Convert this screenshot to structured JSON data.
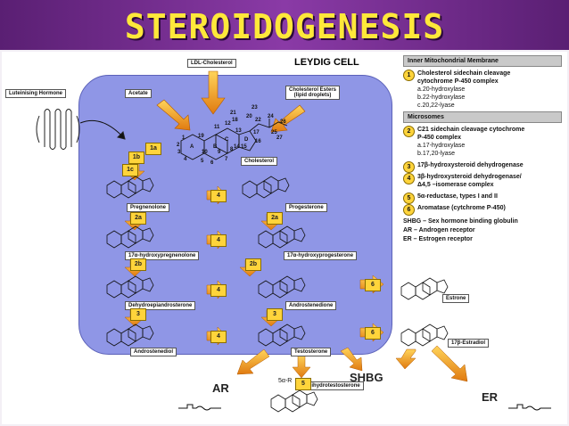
{
  "title": "STEROIDOGENESIS",
  "cell_title": "LEYDIG CELL",
  "inputs": {
    "ldl": "LDL-Cholesterol",
    "acetate": "Acetate",
    "lh": "Luteinising Hormone",
    "esters_line1": "Cholesterol Esters",
    "esters_line2": "(lipid droplets)"
  },
  "ring_labels": [
    "A",
    "B",
    "C",
    "D"
  ],
  "ring_numbers": [
    "1",
    "2",
    "3",
    "4",
    "5",
    "6",
    "7",
    "8",
    "9",
    "10",
    "11",
    "12",
    "13",
    "14",
    "15",
    "16",
    "17",
    "18",
    "19",
    "20",
    "21",
    "22",
    "23",
    "24",
    "25",
    "26",
    "27"
  ],
  "molecules": {
    "cholesterol": "Cholesterol",
    "pregnenolone": "Pregnenolone",
    "progesterone": "Progesterone",
    "oh_pregnenolone": "17α-hydroxypregnenolone",
    "oh_progesterone": "17α-hydroxyprogesterone",
    "dhea": "Dehydroepiandrosterone",
    "androstenedione": "Androstenedione",
    "androstenediol": "Androstenediol",
    "testosterone": "Testosterone",
    "estrone": "Estrone",
    "estradiol": "17β-Estradiol",
    "dht": "5α-Dihydrotestosterone"
  },
  "step_tags": {
    "s1a": "1a",
    "s1b": "1b",
    "s1c": "1c",
    "s2a_l": "2a",
    "s2a_r": "2a",
    "s2b_l": "2b",
    "s2b_r": "2b",
    "s3_l": "3",
    "s3_r": "3",
    "s4_1": "4",
    "s4_2": "4",
    "s4_3": "4",
    "s4_4": "4",
    "s5": "5",
    "s6_a": "6",
    "s6_b": "6"
  },
  "legend": {
    "header1": "Inner Mitochondrial Membrane",
    "item1": {
      "num": "1",
      "line1": "Cholesterol sidechain cleavage",
      "line2": "cytochrome P-450 complex",
      "a": "a.20-hydroxylase",
      "b": "b.22-hydroxylase",
      "c": "c.20,22-lyase"
    },
    "header2": "Microsomes",
    "item2": {
      "num": "2",
      "line1": "C21 sidechain cleavage cytochrome",
      "line2": "P-450 complex",
      "a": "a.17-hydroxylase",
      "b": "b.17,20-lyase"
    },
    "item3": {
      "num": "3",
      "text": "17β-hydroxysteroid dehydrogenase"
    },
    "item4": {
      "num": "4",
      "line1": "3β-hydroxysteroid dehydrogenase/",
      "line2": "Δ4,5 –isomerase complex"
    },
    "item5": {
      "num": "5",
      "text": "5α-reductase, types I and II"
    },
    "item6": {
      "num": "6",
      "text": "Aromatase (cytchrome P-450)"
    },
    "abbr1": "SHBG – Sex hormone binding globulin",
    "abbr2": "AR – Androgen receptor",
    "abbr3": "ER – Estrogen receptor"
  },
  "outputs": {
    "ar": "AR",
    "shbg": "SHBG",
    "er": "ER",
    "reductase": "5α-R"
  },
  "colors": {
    "cell": "#8f96e6",
    "arrow": "#f0a020",
    "badge": "#ffd43b",
    "header": "#6b2a86",
    "title": "#ffe83a"
  }
}
